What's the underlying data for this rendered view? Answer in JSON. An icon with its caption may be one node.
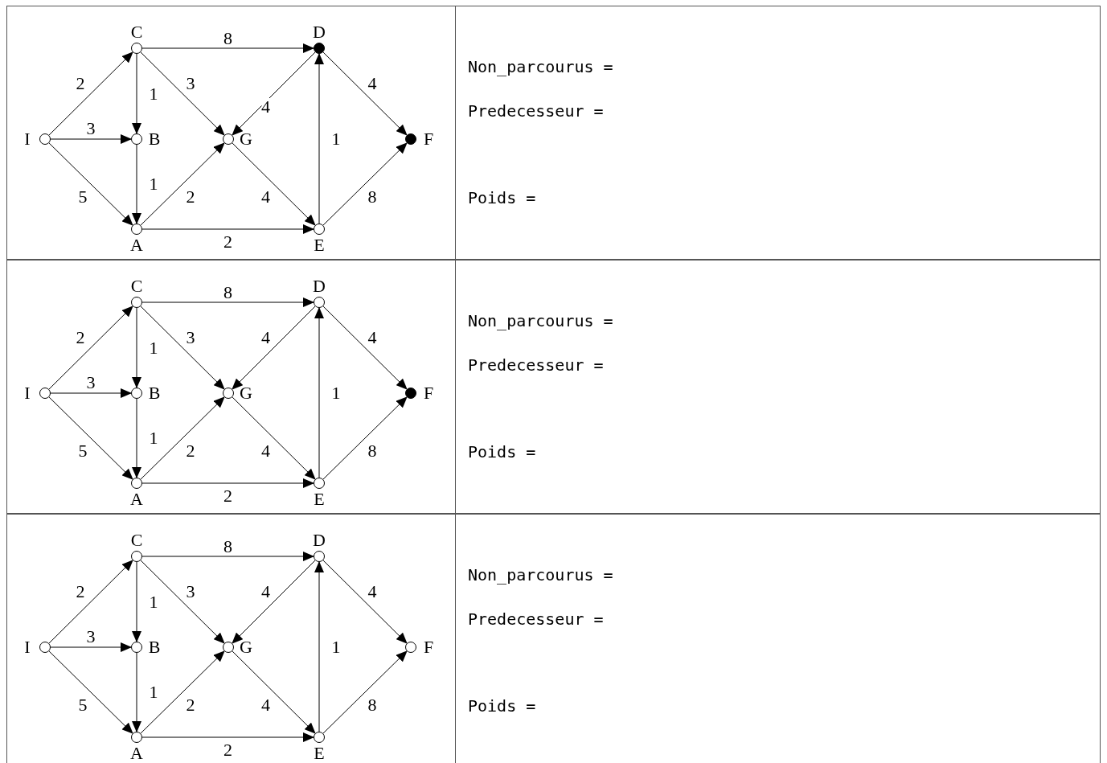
{
  "diagram": {
    "nodes": [
      {
        "text": [],
        "shape": "circle",
        "beside": [
          "C"
        ]
      },
      {
        "text": [],
        "shape": "dot",
        "beside": [
          "D"
        ]
      },
      {
        "text": [],
        "shape": "circle",
        "beside": [
          "I"
        ]
      },
      {
        "text": [],
        "shape": "circle",
        "beside": [
          "B"
        ]
      },
      {
        "text": [],
        "shape": "circle",
        "beside": [
          "G"
        ]
      },
      {
        "text": [],
        "shape": "dot",
        "beside": [
          "F"
        ]
      },
      {
        "text": [],
        "shape": "circle",
        "beside": [
          "A"
        ]
      },
      {
        "text": [],
        "shape": "circle",
        "beside": [
          "E"
        ]
      },
      {
        "text": [],
        "shape": "circle",
        "beside": [
          "C"
        ]
      },
      {
        "text": [],
        "shape": "circle",
        "beside": [
          "D"
        ]
      },
      {
        "text": [],
        "shape": "circle",
        "beside": [
          "I"
        ]
      },
      {
        "text": [],
        "shape": "circle",
        "beside": [
          "B"
        ]
      },
      {
        "text": [],
        "shape": "circle",
        "beside": [
          "G"
        ]
      },
      {
        "text": [],
        "shape": "dot",
        "beside": [
          "F"
        ]
      },
      {
        "text": [],
        "shape": "circle",
        "beside": [
          "A"
        ]
      },
      {
        "text": [],
        "shape": "circle",
        "beside": [
          "E"
        ]
      },
      {
        "text": [],
        "shape": "circle",
        "beside": [
          "C"
        ]
      },
      {
        "text": [],
        "shape": "circle",
        "beside": [
          "D"
        ]
      },
      {
        "text": [],
        "shape": "circle",
        "beside": [
          "I"
        ]
      },
      {
        "text": [],
        "shape": "circle",
        "beside": [
          "B"
        ]
      },
      {
        "text": [],
        "shape": "circle",
        "beside": [
          "G"
        ]
      },
      {
        "text": [],
        "shape": "circle",
        "beside": [
          "F"
        ]
      },
      {
        "text": [],
        "shape": "circle",
        "beside": [
          "A"
        ]
      },
      {
        "text": [],
        "shape": "circle",
        "beside": [
          "E"
        ]
      }
    ],
    "edges": [
      {
        "from": 2,
        "to": 0,
        "arrow": "to",
        "label": "2"
      },
      {
        "from": 2,
        "to": 3,
        "arrow": "to",
        "label": "3"
      },
      {
        "from": 2,
        "to": 6,
        "arrow": "to",
        "label": "5"
      },
      {
        "from": 0,
        "to": 3,
        "arrow": "to",
        "label": "1"
      },
      {
        "from": 3,
        "to": 6,
        "arrow": "to",
        "label": "1"
      },
      {
        "from": 0,
        "to": 1,
        "arrow": "to",
        "label": "8"
      },
      {
        "from": 0,
        "to": 4,
        "arrow": "to",
        "label": "3"
      },
      {
        "from": 1,
        "to": 4,
        "arrow": "to",
        "label": "4"
      },
      {
        "from": 6,
        "to": 4,
        "arrow": "to",
        "label": "2"
      },
      {
        "from": 4,
        "to": 7,
        "arrow": "to",
        "label": "4"
      },
      {
        "from": 6,
        "to": 7,
        "arrow": "to",
        "label": "2"
      },
      {
        "from": 7,
        "to": 1,
        "arrow": "to",
        "label": "1"
      },
      {
        "from": 1,
        "to": 5,
        "arrow": "to",
        "label": "4"
      },
      {
        "from": 7,
        "to": 5,
        "arrow": "to",
        "label": "8"
      },
      {
        "from": 10,
        "to": 8,
        "arrow": "to",
        "label": "2"
      },
      {
        "from": 10,
        "to": 11,
        "arrow": "to",
        "label": "3"
      },
      {
        "from": 10,
        "to": 14,
        "arrow": "to",
        "label": "5"
      },
      {
        "from": 8,
        "to": 11,
        "arrow": "to",
        "label": "1"
      },
      {
        "from": 11,
        "to": 14,
        "arrow": "to",
        "label": "1"
      },
      {
        "from": 8,
        "to": 9,
        "arrow": "to",
        "label": "8"
      },
      {
        "from": 8,
        "to": 12,
        "arrow": "to",
        "label": "3"
      },
      {
        "from": 9,
        "to": 12,
        "arrow": "to",
        "label": "4"
      },
      {
        "from": 14,
        "to": 12,
        "arrow": "to",
        "label": "2"
      },
      {
        "from": 12,
        "to": 15,
        "arrow": "to",
        "label": "4"
      },
      {
        "from": 14,
        "to": 15,
        "arrow": "to",
        "label": "2"
      },
      {
        "from": 15,
        "to": 9,
        "arrow": "to",
        "label": "1"
      },
      {
        "from": 9,
        "to": 13,
        "arrow": "to",
        "label": "4"
      },
      {
        "from": 15,
        "to": 13,
        "arrow": "to",
        "label": "8"
      },
      {
        "from": 18,
        "to": 16,
        "arrow": "to",
        "label": "2"
      },
      {
        "from": 18,
        "to": 19,
        "arrow": "to",
        "label": "3"
      },
      {
        "from": 18,
        "to": 22,
        "arrow": "to",
        "label": "5"
      },
      {
        "from": 16,
        "to": 19,
        "arrow": "to",
        "label": "1"
      },
      {
        "from": 19,
        "to": 22,
        "arrow": "to",
        "label": "1"
      },
      {
        "from": 16,
        "to": 17,
        "arrow": "to",
        "label": "8"
      },
      {
        "from": 16,
        "to": 20,
        "arrow": "to",
        "label": "3"
      },
      {
        "from": 17,
        "to": 20,
        "arrow": "to",
        "label": "4"
      },
      {
        "from": 22,
        "to": 20,
        "arrow": "to",
        "label": "2"
      },
      {
        "from": 20,
        "to": 23,
        "arrow": "to",
        "label": "4"
      },
      {
        "from": 22,
        "to": 23,
        "arrow": "to",
        "label": "2"
      },
      {
        "from": 23,
        "to": 17,
        "arrow": "to",
        "label": "1"
      },
      {
        "from": 17,
        "to": 21,
        "arrow": "to",
        "label": "4"
      },
      {
        "from": 23,
        "to": 21,
        "arrow": "to",
        "label": "8"
      }
    ],
    "labels": [
      "Non_parcourus =",
      "Predecesseur =",
      "Poids =",
      "Non_parcourus =",
      "Predecesseur =",
      "Poids =",
      "Non_parcourus =",
      "Predecesseur =",
      "Poids ="
    ]
  }
}
